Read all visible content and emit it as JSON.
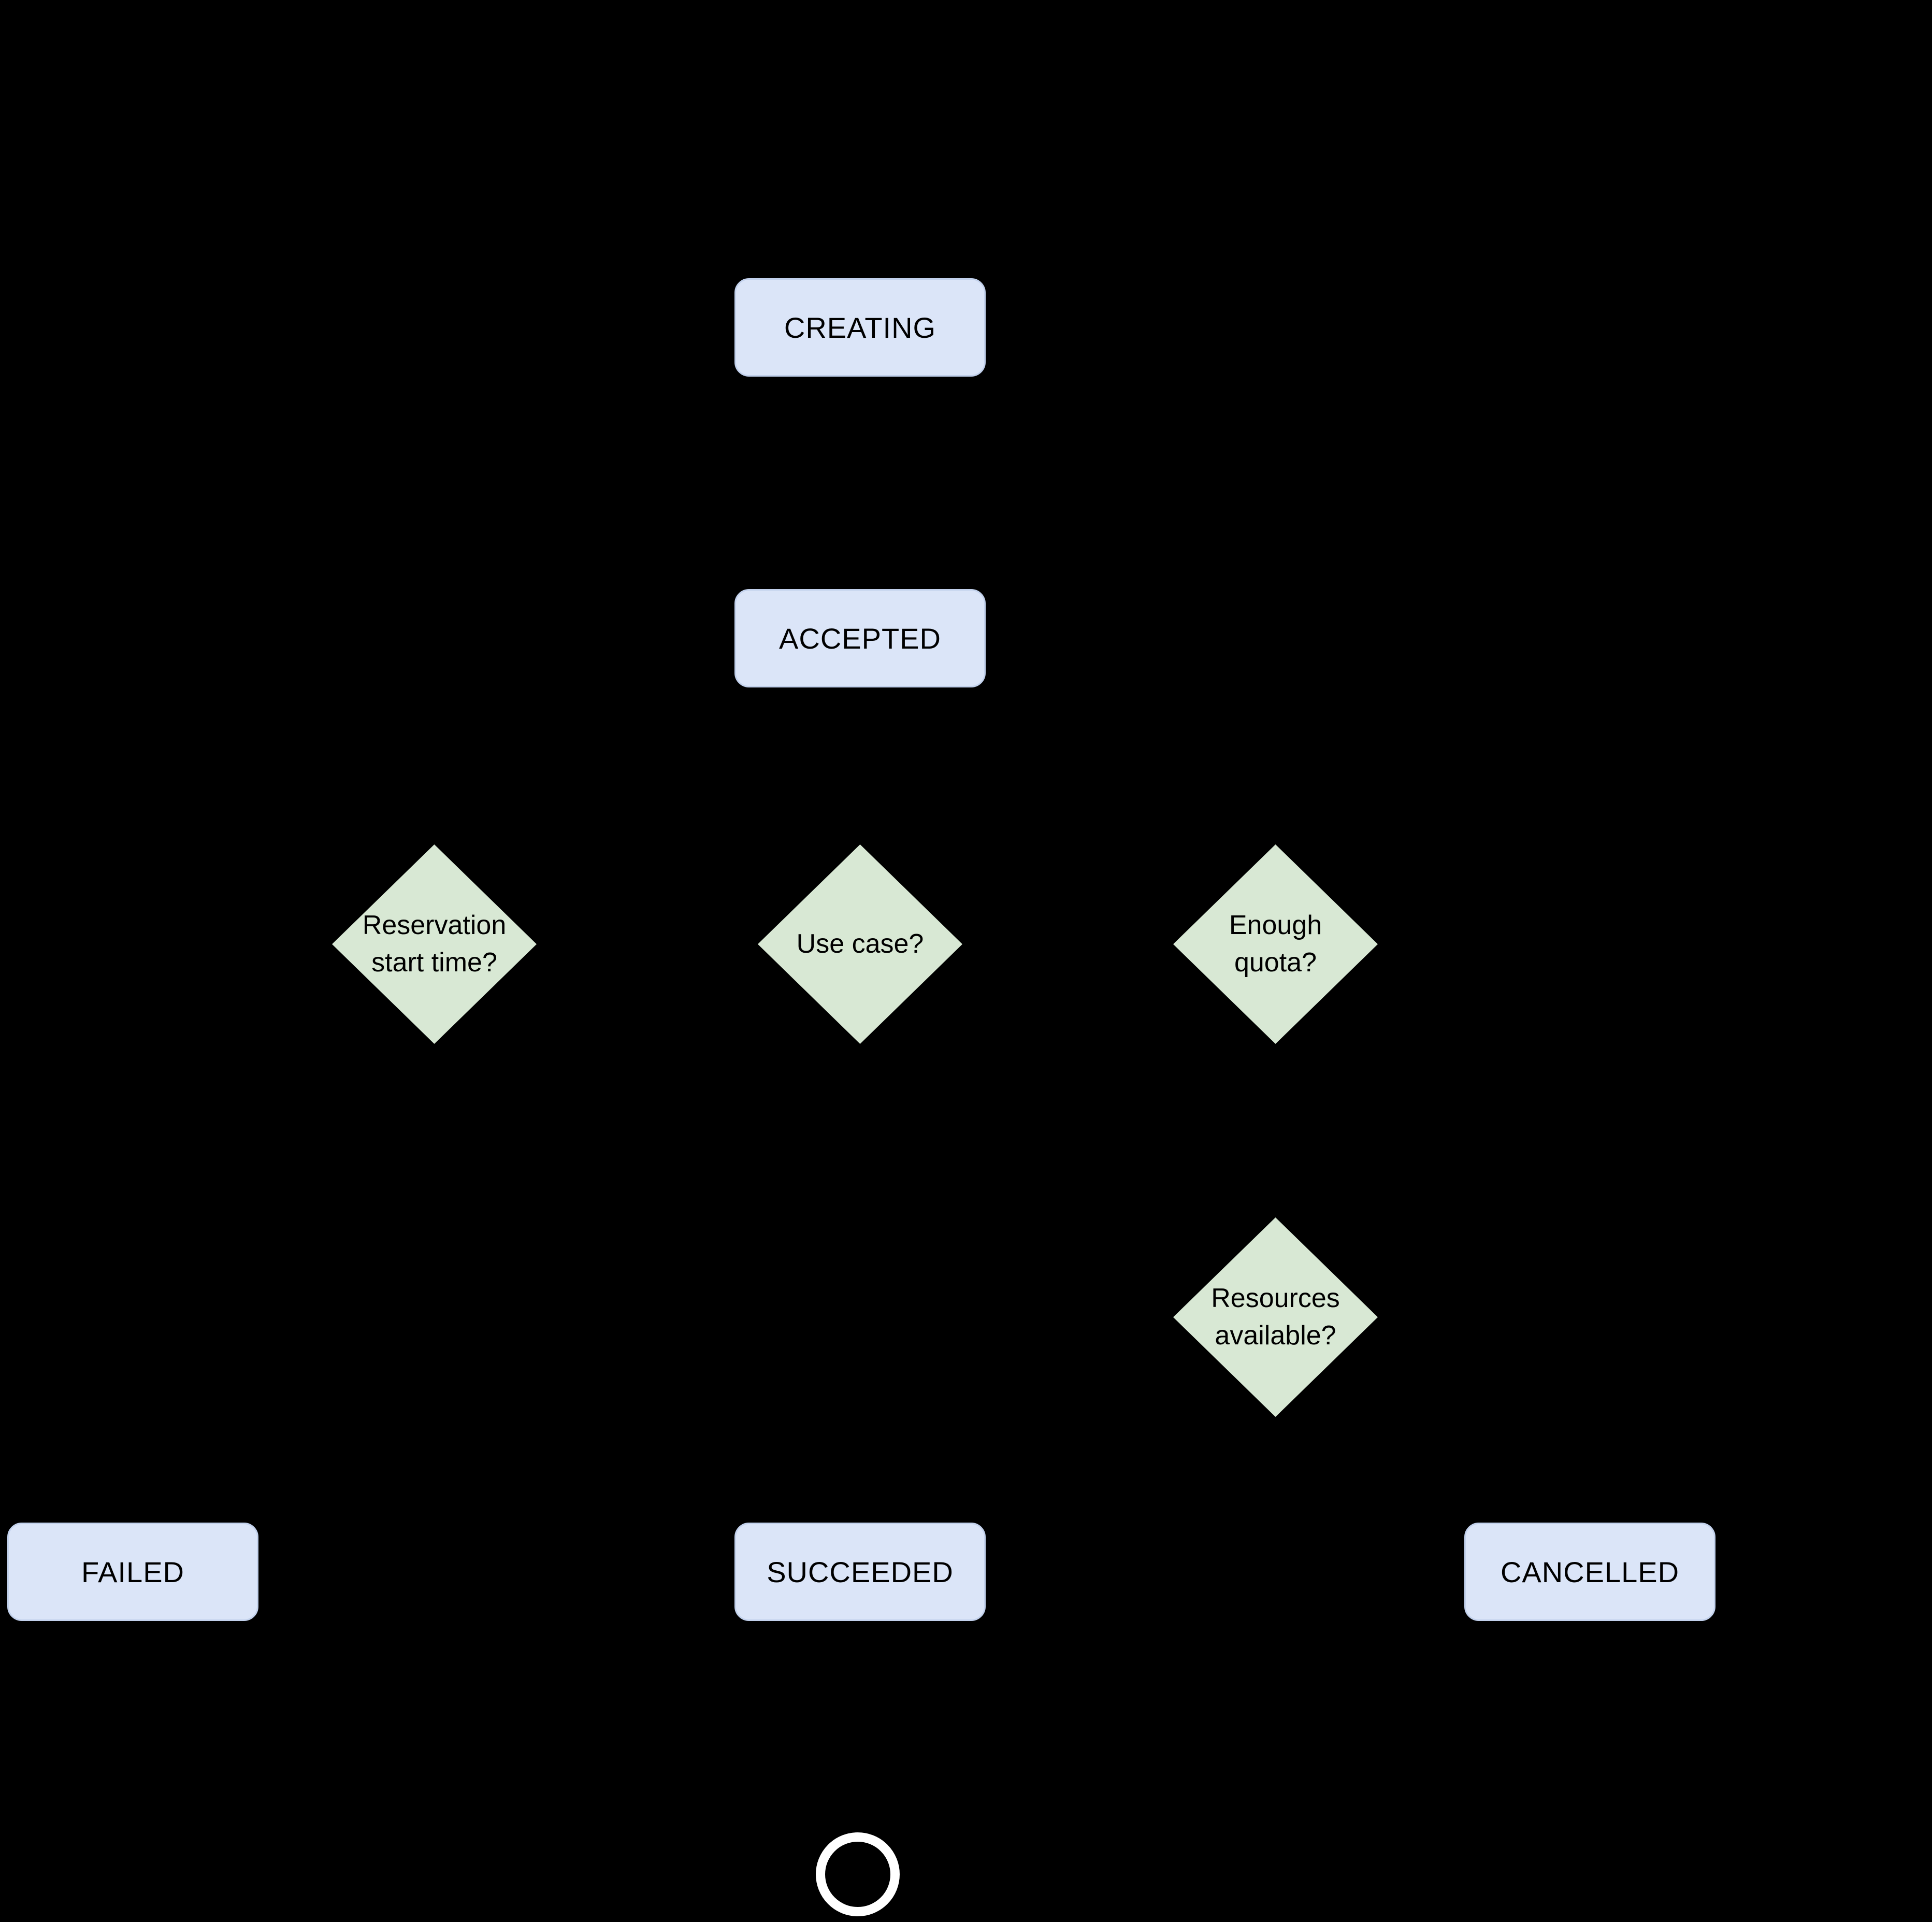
{
  "colors": {
    "background": "#000000",
    "process-fill": "#dbe5f8",
    "process-border": "#c2d1ec",
    "decision-fill": "#d8e8d4",
    "end-ring": "#ffffff",
    "text": "#000000"
  },
  "nodes": {
    "creating": {
      "label": "CREATING"
    },
    "accepted": {
      "label": "ACCEPTED"
    },
    "reservation_start_time": {
      "label": "Reservation\nstart time?"
    },
    "use_case": {
      "label": "Use case?"
    },
    "enough_quota": {
      "label": "Enough\nquota?"
    },
    "resources_available": {
      "label": "Resources\navailable?"
    },
    "failed": {
      "label": "FAILED"
    },
    "succeeded": {
      "label": "SUCCEEDED"
    },
    "cancelled": {
      "label": "CANCELLED"
    }
  },
  "end_node": {
    "name": "final-state-circle"
  }
}
